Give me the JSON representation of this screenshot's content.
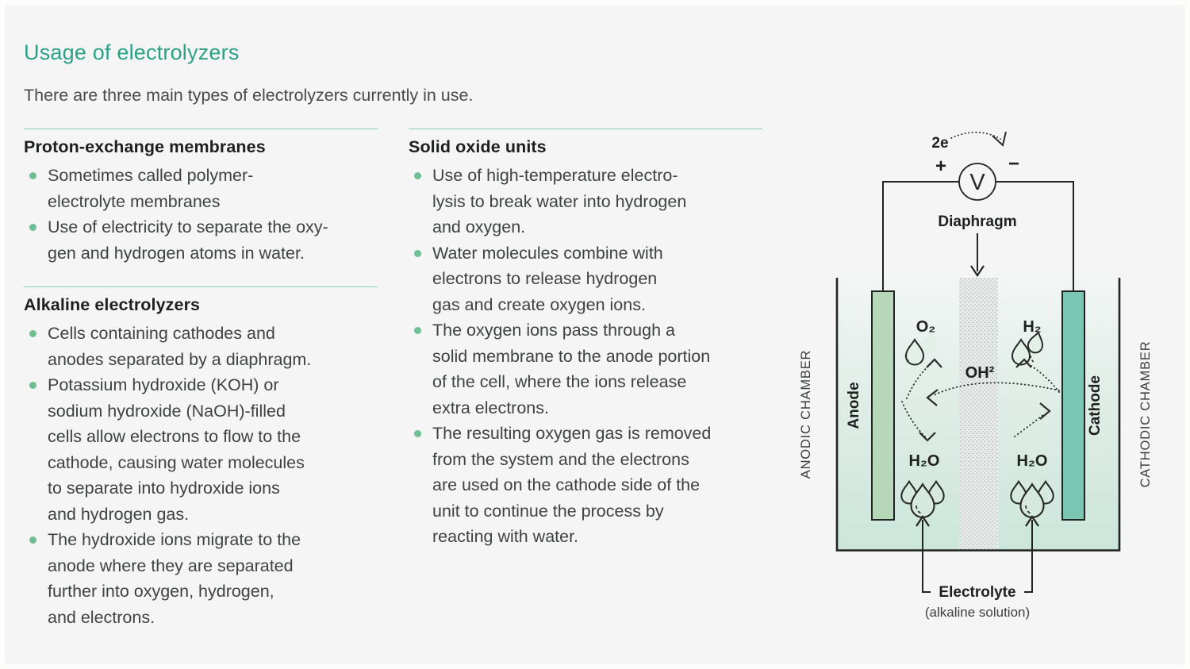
{
  "page": {
    "title": "Usage of electrolyzers",
    "subtitle": "There are three main types of electrolyzers currently in use."
  },
  "colors": {
    "accent_teal": "#2BA287",
    "rule_teal": "#84CBB6",
    "bullet_green": "#6FBE94",
    "body_text": "#3E4341",
    "heading_text": "#1D201F",
    "diagram_line": "#222422",
    "anode_fill": "#B7D8B8",
    "cathode_fill": "#79C7B2",
    "tank_gradient_top": "#F2F6F4",
    "tank_gradient_bottom": "#CBE6DB"
  },
  "sections": [
    {
      "heading": "Proton-exchange membranes",
      "bullets": [
        "Sometimes called polymer-\nelectrolyte membranes",
        "Use of electricity to separate the oxy-\ngen and hydrogen atoms in water."
      ]
    },
    {
      "heading": "Alkaline electrolyzers",
      "bullets": [
        "Cells containing cathodes and\nanodes separated by a diaphragm.",
        "Potassium hydroxide (KOH) or\nsodium hydroxide (NaOH)-filled\ncells allow electrons to flow to the\ncathode, causing water molecules\nto separate into hydroxide ions\nand hydrogen gas.",
        "The hydroxide ions migrate to the\nanode where they are separated\nfurther into oxygen, hydrogen,\nand electrons."
      ]
    },
    {
      "heading": "Solid oxide units",
      "bullets": [
        "Use of high-temperature electro-\nlysis to break water into hydrogen\nand oxygen.",
        "Water molecules combine with\nelectrons to release hydrogen\ngas and create oxygen ions.",
        "The oxygen ions pass through a\nsolid membrane to the anode portion\nof the cell, where the ions release\nextra electrons.",
        "The resulting oxygen gas is removed\nfrom the system and the electrons\nare used on the cathode side of the\nunit to continue the process by\nreacting with water."
      ]
    }
  ],
  "diagram": {
    "electron_label": "2e",
    "plus_sign": "+",
    "minus_sign": "−",
    "voltmeter_label": "V",
    "diaphragm_label": "Diaphragm",
    "anode_label": "Anode",
    "cathode_label": "Cathode",
    "anodic_chamber_label": "ANODIC CHAMBER",
    "cathodic_chamber_label": "CATHODIC CHAMBER",
    "oxygen_label": "O₂",
    "hydrogen_label": "H₂",
    "hydroxide_label": "OH²",
    "water_left_label": "H₂O",
    "water_right_label": "H₂O",
    "electrolyte_label": "Electrolyte",
    "electrolyte_note": "(alkaline solution)"
  }
}
